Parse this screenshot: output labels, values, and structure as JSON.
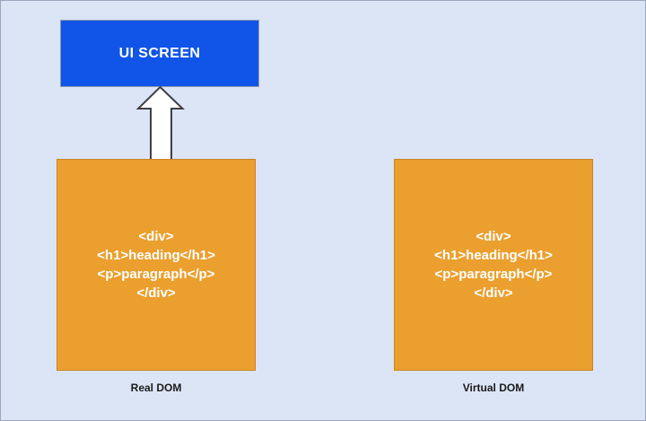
{
  "diagram": {
    "background_color": "#dbe5f5",
    "border_color": "#9aa8bd",
    "ui_screen": {
      "label": "UI SCREEN",
      "fill_color": "#1155e8",
      "text_color": "#ffffff"
    },
    "arrow": {
      "name": "render-arrow",
      "direction": "up",
      "fill_color": "#ffffff",
      "stroke_color": "#3f3f46",
      "from": "Real DOM",
      "to": "UI SCREEN"
    },
    "nodes": [
      {
        "id": "real-dom",
        "caption": "Real DOM",
        "fill_color": "#eb9f2e",
        "border_color": "#c98326",
        "text_color": "#ffffff",
        "code_lines": [
          "<div>",
          "<h1>heading</h1>",
          "<p>paragraph</p>",
          "</div>"
        ]
      },
      {
        "id": "virtual-dom",
        "caption": "Virtual DOM",
        "fill_color": "#eb9f2e",
        "border_color": "#c98326",
        "text_color": "#ffffff",
        "code_lines": [
          "<div>",
          "<h1>heading</h1>",
          "<p>paragraph</p>",
          "</div>"
        ]
      }
    ]
  }
}
